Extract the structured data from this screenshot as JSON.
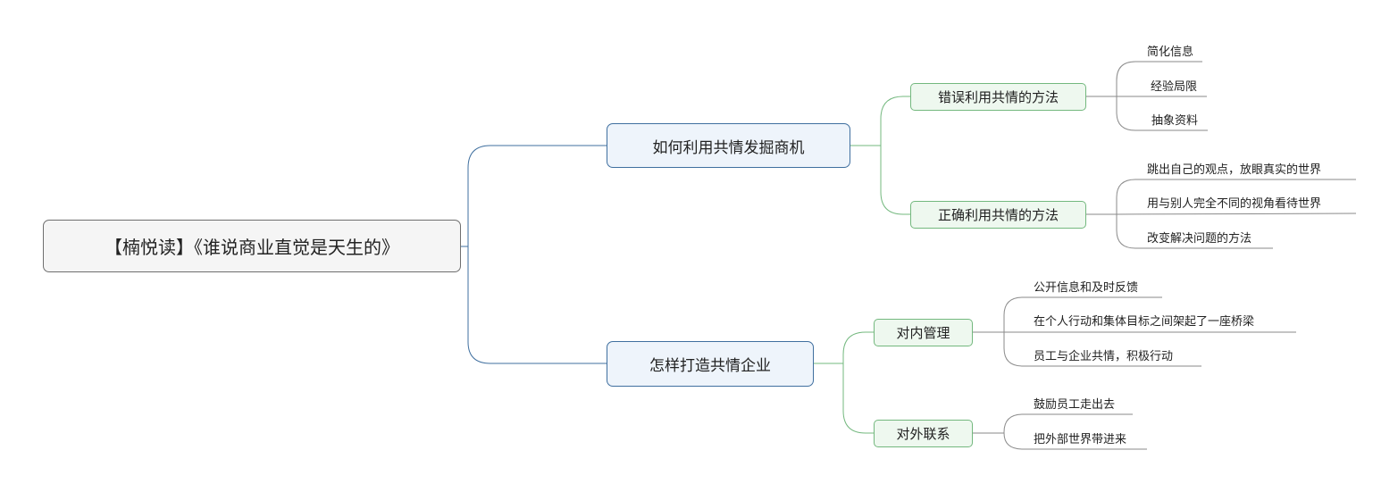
{
  "root": {
    "label": "【楠悦读】《谁说商业直觉是天生的》"
  },
  "branches": [
    {
      "label": "如何利用共情发掘商机",
      "children": [
        {
          "label": "错误利用共情的方法",
          "leaves": [
            "简化信息",
            "经验局限",
            "抽象资料"
          ]
        },
        {
          "label": "正确利用共情的方法",
          "leaves": [
            "跳出自己的观点，放眼真实的世界",
            "用与别人完全不同的视角看待世界",
            "改变解决问题的方法"
          ]
        }
      ]
    },
    {
      "label": "怎样打造共情企业",
      "children": [
        {
          "label": "对内管理",
          "leaves": [
            "公开信息和及时反馈",
            "在个人行动和集体目标之间架起了一座桥梁",
            "员工与企业共情，积极行动"
          ]
        },
        {
          "label": "对外联系",
          "leaves": [
            "鼓励员工走出去",
            "把外部世界带进来"
          ]
        }
      ]
    }
  ],
  "colors": {
    "l1_line": "#3f6f9f",
    "l2_line": "#73b87e",
    "leaf_line": "#8a8a8a"
  }
}
